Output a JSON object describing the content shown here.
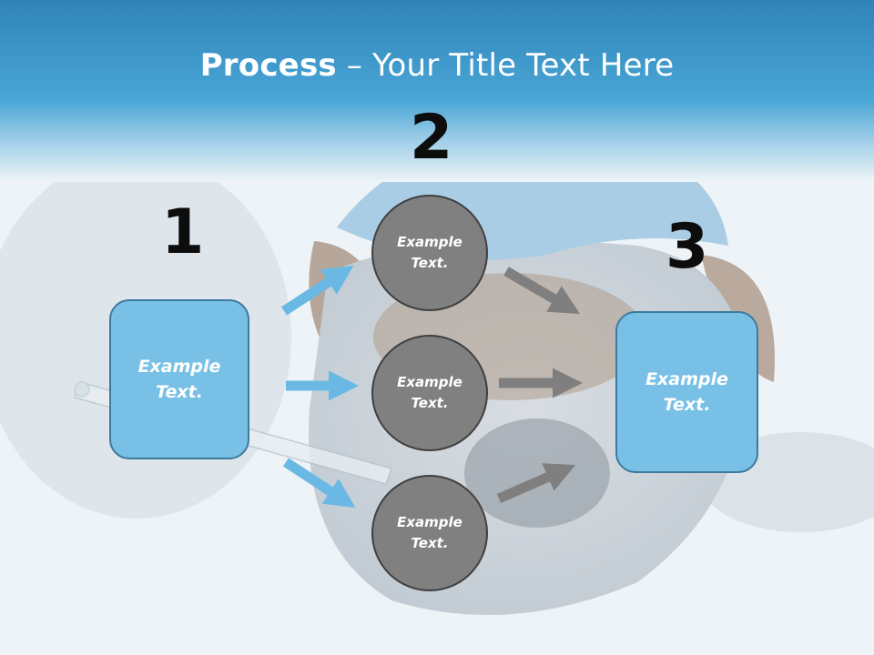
{
  "title": {
    "bold": "Process",
    "rest": " – Your Title Text Here"
  },
  "steps": {
    "n1": "1",
    "n2": "2",
    "n3": "3"
  },
  "left_box": {
    "text": "Example Text."
  },
  "right_box": {
    "text": "Example Text."
  },
  "circles": [
    {
      "text": "Example Text."
    },
    {
      "text": "Example Text."
    },
    {
      "text": "Example Text."
    }
  ],
  "colors": {
    "header": "#4aa6d6",
    "box_fill": "#78c0e6",
    "box_border": "#3e7a9e",
    "circle_fill": "#808080",
    "blue_arrow": "#6ab8e4",
    "gray_arrow": "#7f7f7f"
  }
}
